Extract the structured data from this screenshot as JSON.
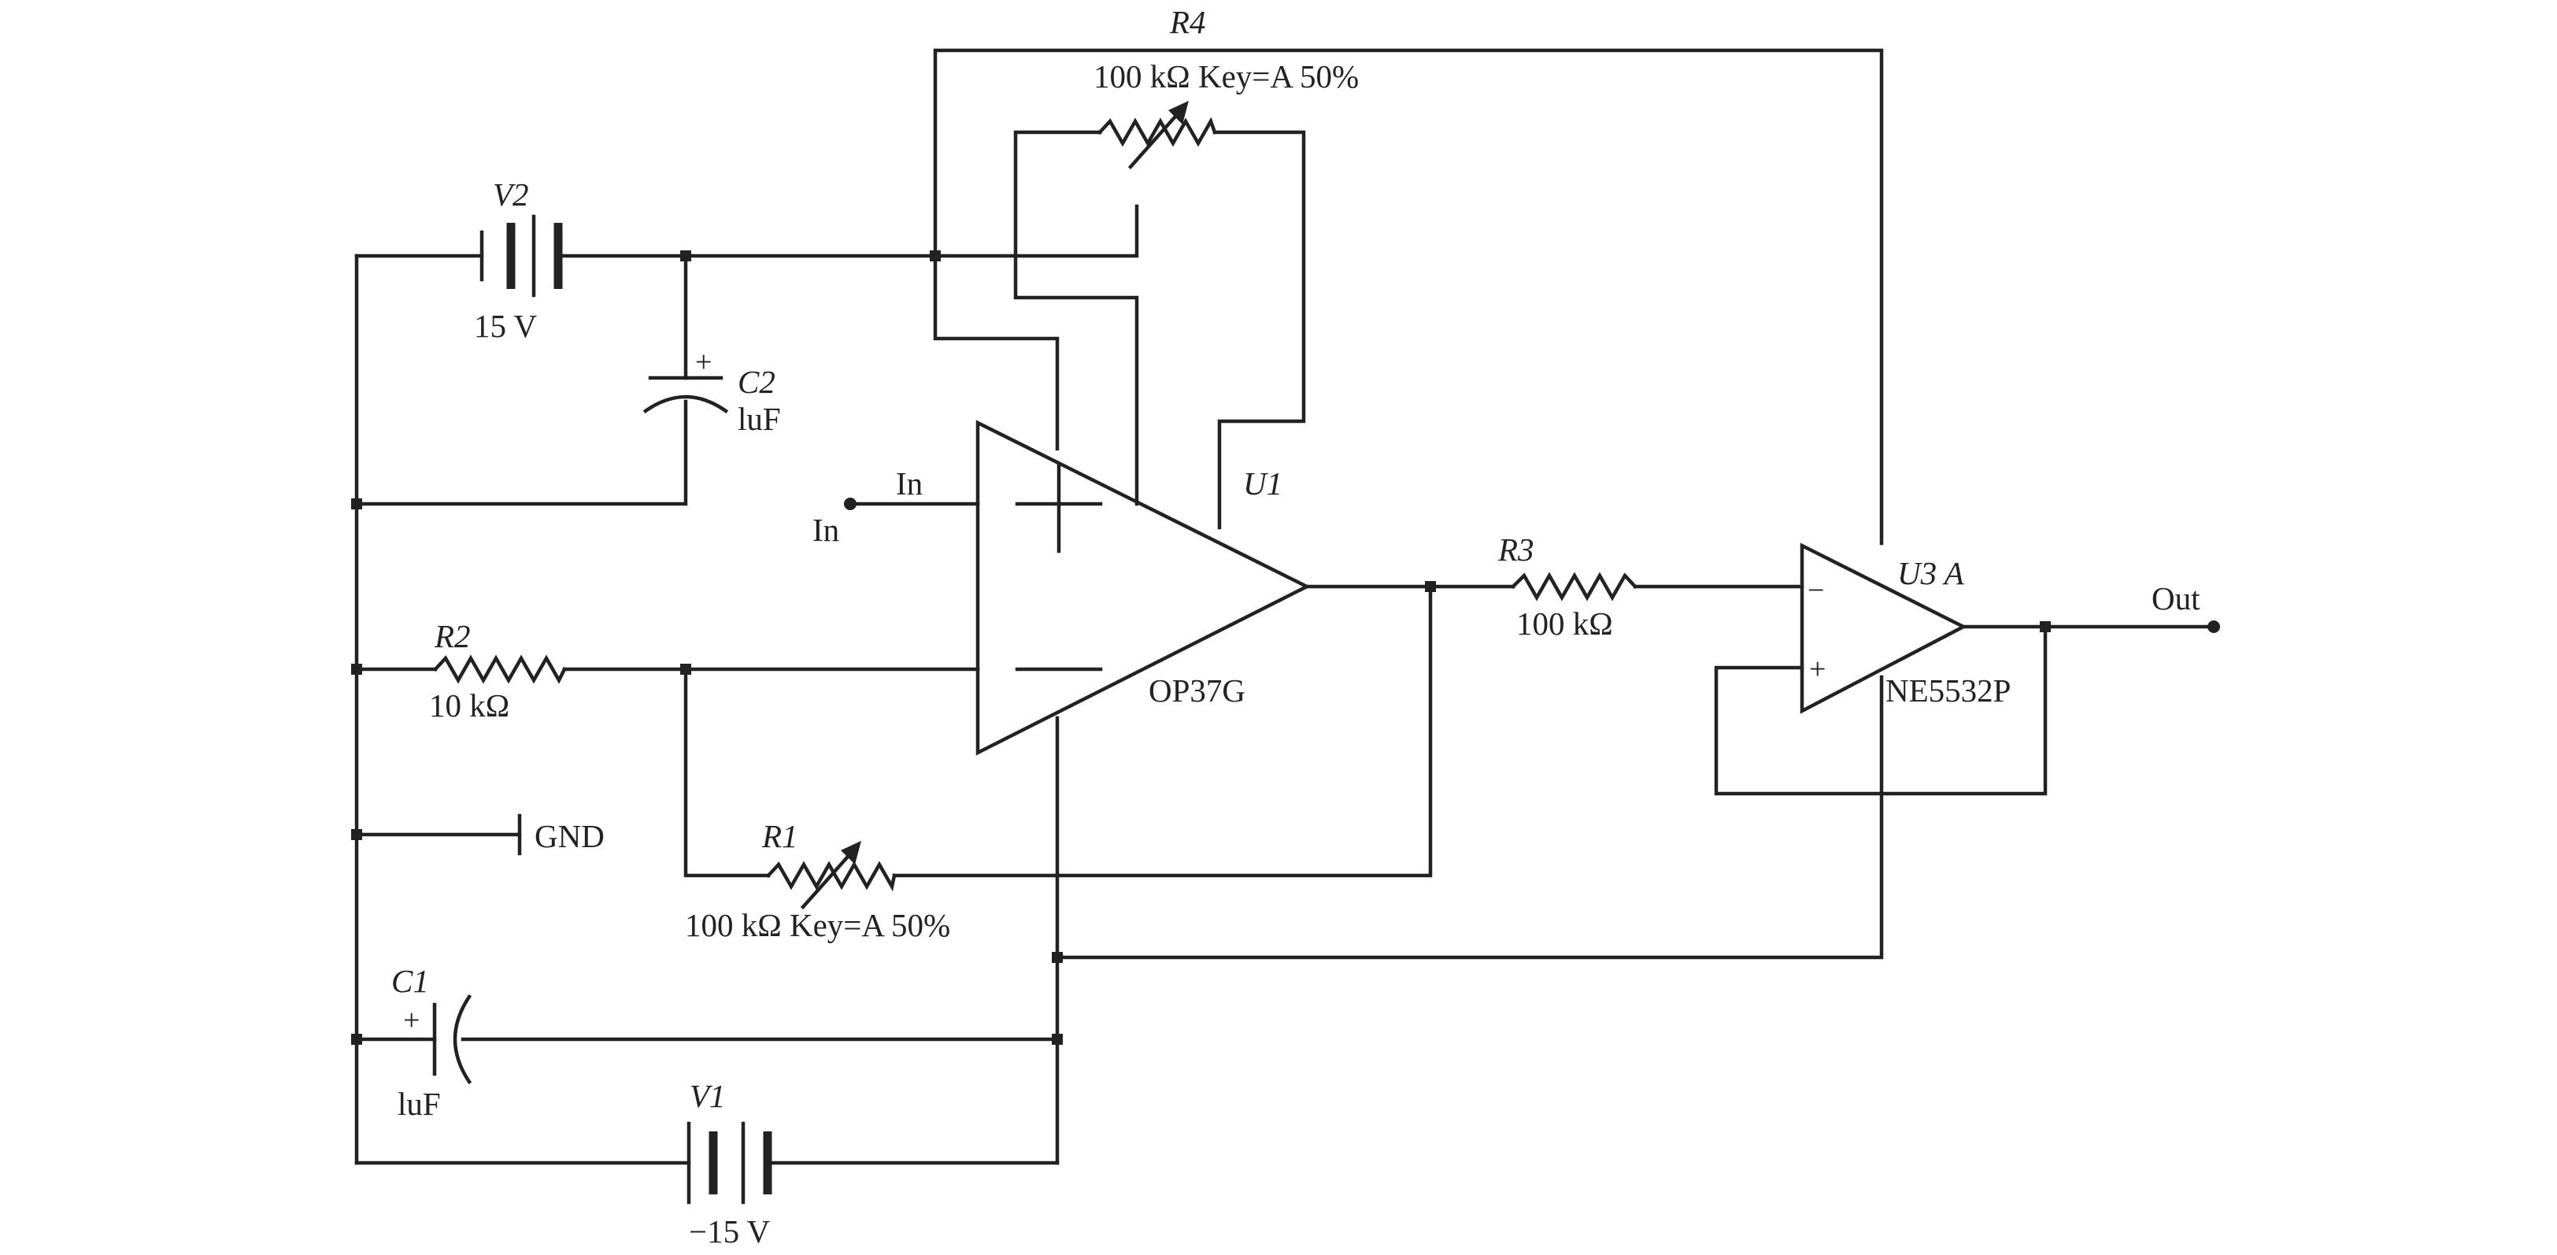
{
  "components": {
    "R4": {
      "ref": "R4",
      "value": "100 kΩ Key=A 50%"
    },
    "V2": {
      "ref": "V2",
      "value": "15 V"
    },
    "C2": {
      "ref": "C2",
      "value": "luF"
    },
    "U1": {
      "ref": "U1",
      "part": "OP37G"
    },
    "input": {
      "pin_label": "In",
      "terminal_label": "In"
    },
    "R3": {
      "ref": "R3",
      "value": "100 kΩ"
    },
    "U3": {
      "ref": "U3 A",
      "part": "NE5532P"
    },
    "output": {
      "label": "Out"
    },
    "R2": {
      "ref": "R2",
      "value": "10 kΩ"
    },
    "GND": {
      "label": "GND"
    },
    "R1": {
      "ref": "R1",
      "value": "100 kΩ Key=A 50%"
    },
    "C1": {
      "ref": "C1",
      "value": "luF"
    },
    "V1": {
      "ref": "V1",
      "value": "−15 V"
    }
  },
  "opamp_pins": {
    "minus": "−",
    "plus": "+"
  },
  "capacitor_polarity": "+"
}
